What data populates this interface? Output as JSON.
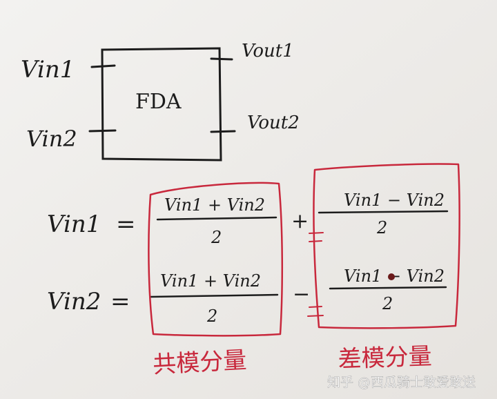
{
  "block": {
    "label": "FDA",
    "inputs": [
      "Vin1",
      "Vin2"
    ],
    "outputs": [
      "Vout1",
      "Vout2"
    ]
  },
  "equations": [
    {
      "lhs": "Vin1",
      "eq": "=",
      "cm_num": "Vin1 + Vin2",
      "cm_den": "2",
      "op": "+",
      "dm_num": "Vin1 − Vin2",
      "dm_den": "2"
    },
    {
      "lhs": "Vin2",
      "eq": "=",
      "cm_num": "Vin1 + Vin2",
      "cm_den": "2",
      "op": "−",
      "dm_num": "Vin1 − Vin2",
      "dm_den": "2"
    }
  ],
  "annotations": {
    "common_mode": "共模分量",
    "differential_mode": "差模分量"
  },
  "watermark": "知乎 @西瓜骑士敢爱敢送",
  "colors": {
    "ink": "#1c1c1c",
    "red": "#c8283c",
    "paper": "#eeecea"
  }
}
